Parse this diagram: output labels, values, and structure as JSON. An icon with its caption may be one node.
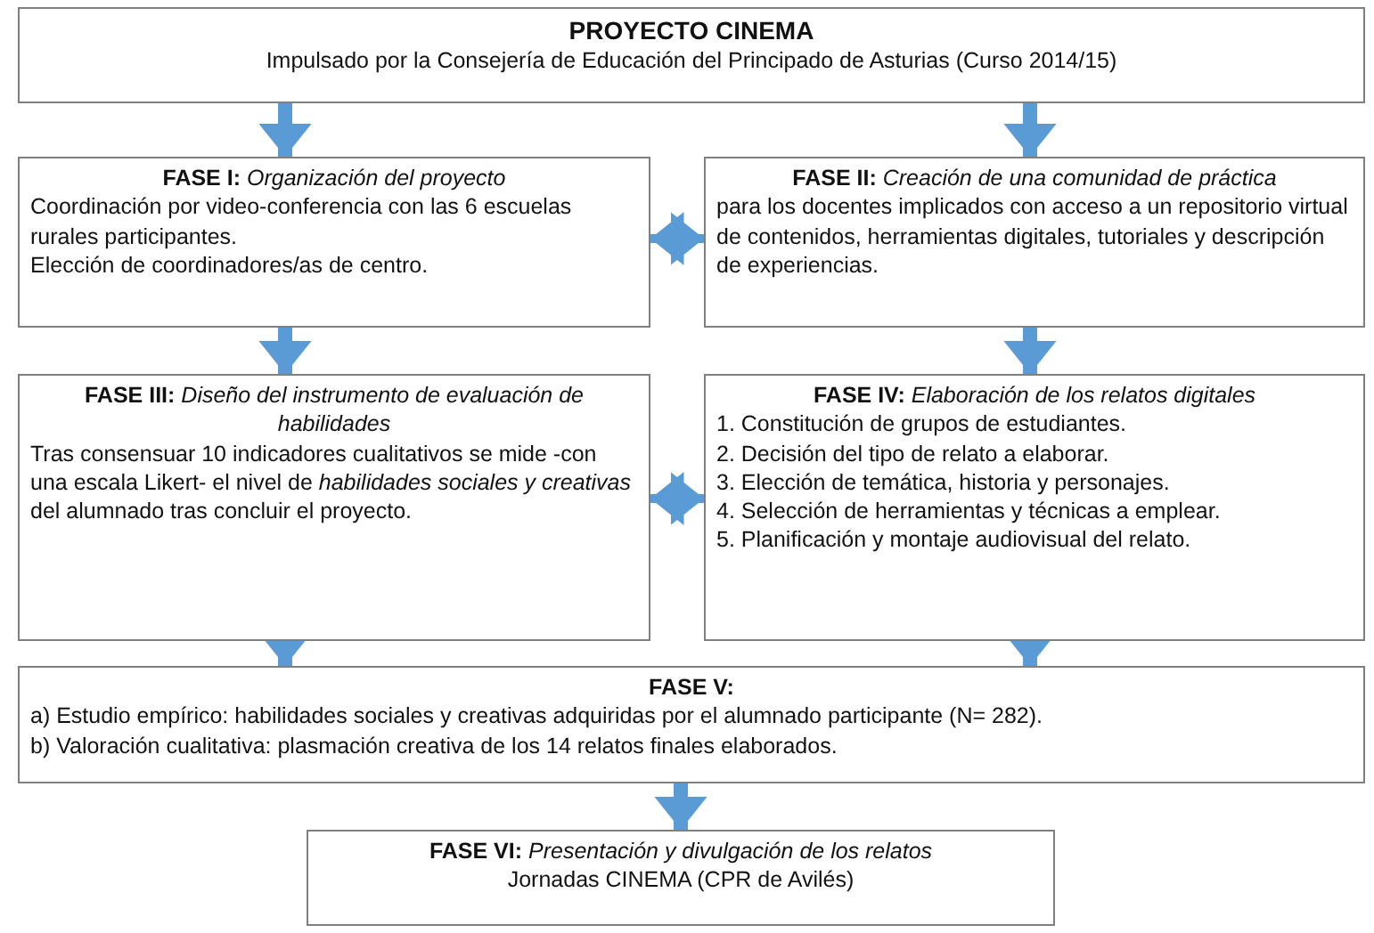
{
  "diagram": {
    "nodes": [
      {
        "text": [
          "PROYECTO CINEMA",
          "Impulsado por la Consejería de Educación del Principado de Asturias (Curso 2014/15)"
        ]
      },
      {
        "text": [
          "**FASE I:** *Organización del proyecto*",
          "Coordinación por video-conferencia con las 6 escuelas rurales participantes.",
          "Elección de coordinadores/as de centro."
        ]
      },
      {
        "text": [
          "**FASE II:** *Creación de una comunidad de práctica*",
          "para los docentes implicados con acceso a un repositorio virtual de contenidos, herramientas digitales, tutoriales y descripción de experiencias."
        ]
      },
      {
        "text": [
          "**FASE III:** *Diseño del instrumento de evaluación de habilidades*",
          "Tras consensuar 10 indicadores cualitativos se mide -con una escala Likert- el nivel de *habilidades sociales y creativas* del alumnado tras concluir el proyecto."
        ]
      },
      {
        "text": [
          "**FASE IV:** *Elaboración de los relatos digitales*",
          "1. Constitución de grupos de estudiantes.",
          "2. Decisión del tipo de relato a elaborar.",
          "3. Elección de temática, historia y personajes.",
          "4. Selección de herramientas y técnicas a emplear.",
          "5. Planificación y montaje audiovisual del relato."
        ]
      },
      {
        "text": [
          "FASE V:",
          "a) Estudio empírico: habilidades sociales y creativas adquiridas por el alumnado participante (N= 282).",
          "b) Valoración cualitativa: plasmación creativa de los 14 relatos finales elaborados."
        ]
      },
      {
        "text": [
          "**FASE VI:** *Presentación y divulgación de los relatos*",
          "Jornadas CINEMA (CPR de Avilés)"
        ]
      }
    ],
    "edges": [
      {
        "from": 0,
        "to": 1,
        "arrow": "to"
      },
      {
        "from": 0,
        "to": 2,
        "arrow": "to"
      },
      {
        "from": 1,
        "to": 2,
        "arrow": "both"
      },
      {
        "from": 1,
        "to": 3,
        "arrow": "to"
      },
      {
        "from": 2,
        "to": 4,
        "arrow": "to"
      },
      {
        "from": 3,
        "to": 4,
        "arrow": "both"
      },
      {
        "from": 3,
        "to": 5,
        "arrow": "to"
      },
      {
        "from": 4,
        "to": 5,
        "arrow": "to"
      },
      {
        "from": 5,
        "to": 6,
        "arrow": "to"
      }
    ]
  }
}
